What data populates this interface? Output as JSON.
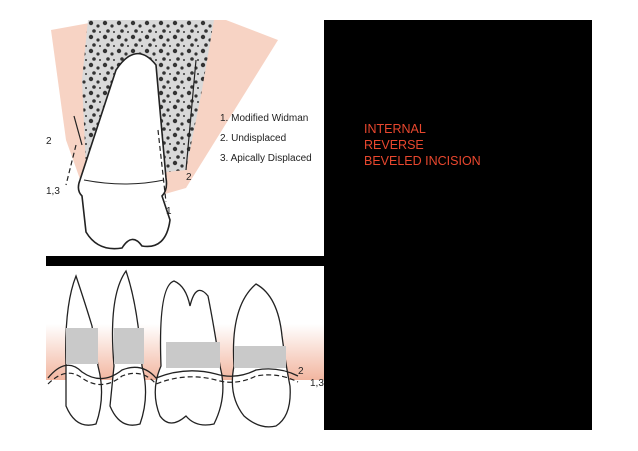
{
  "top_figure": {
    "legend": [
      "1. Modified Widman",
      "2. Undisplaced",
      "3. Apically Displaced"
    ],
    "callouts": {
      "left_upper": "2",
      "left_lower": "1,3",
      "right_upper": "2",
      "right_lower": "1"
    }
  },
  "bottom_figure": {
    "callouts": {
      "upper": "2",
      "lower": "1,3"
    }
  },
  "panel_text": {
    "line1": "INTERNAL",
    "line2": "REVERSE",
    "line3": "BEVELED INCISION"
  },
  "colors": {
    "gingiva": "#f7d3c4",
    "bone": "#d7d7d7",
    "label_text": "#e8472e",
    "panel_bg": "#000000"
  }
}
